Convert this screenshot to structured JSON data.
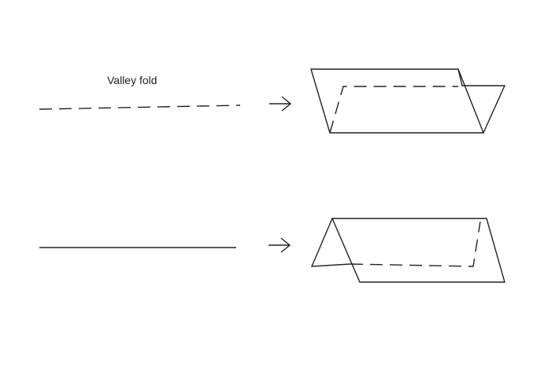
{
  "labels": {
    "valley_fold": "Valley fold"
  },
  "colors": {
    "ink": "#222222",
    "background": "#ffffff"
  },
  "legend": [
    {
      "id": "valley-fold",
      "line_style": "dashed"
    },
    {
      "id": "mountain-fold",
      "line_style": "solid"
    }
  ]
}
